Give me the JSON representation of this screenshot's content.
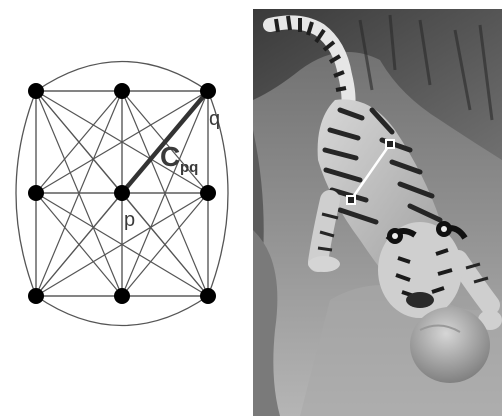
{
  "graph": {
    "label_q": "q",
    "label_p": "p",
    "label_c": "C",
    "label_c_subscript": "pq"
  },
  "photo": {
    "subject": "tiger",
    "style": "grayscale photograph"
  },
  "colors": {
    "node": "#000000",
    "edge": "#555555",
    "highlight_edge": "#333333",
    "label": "#3a3a3a",
    "background": "#ffffff"
  }
}
